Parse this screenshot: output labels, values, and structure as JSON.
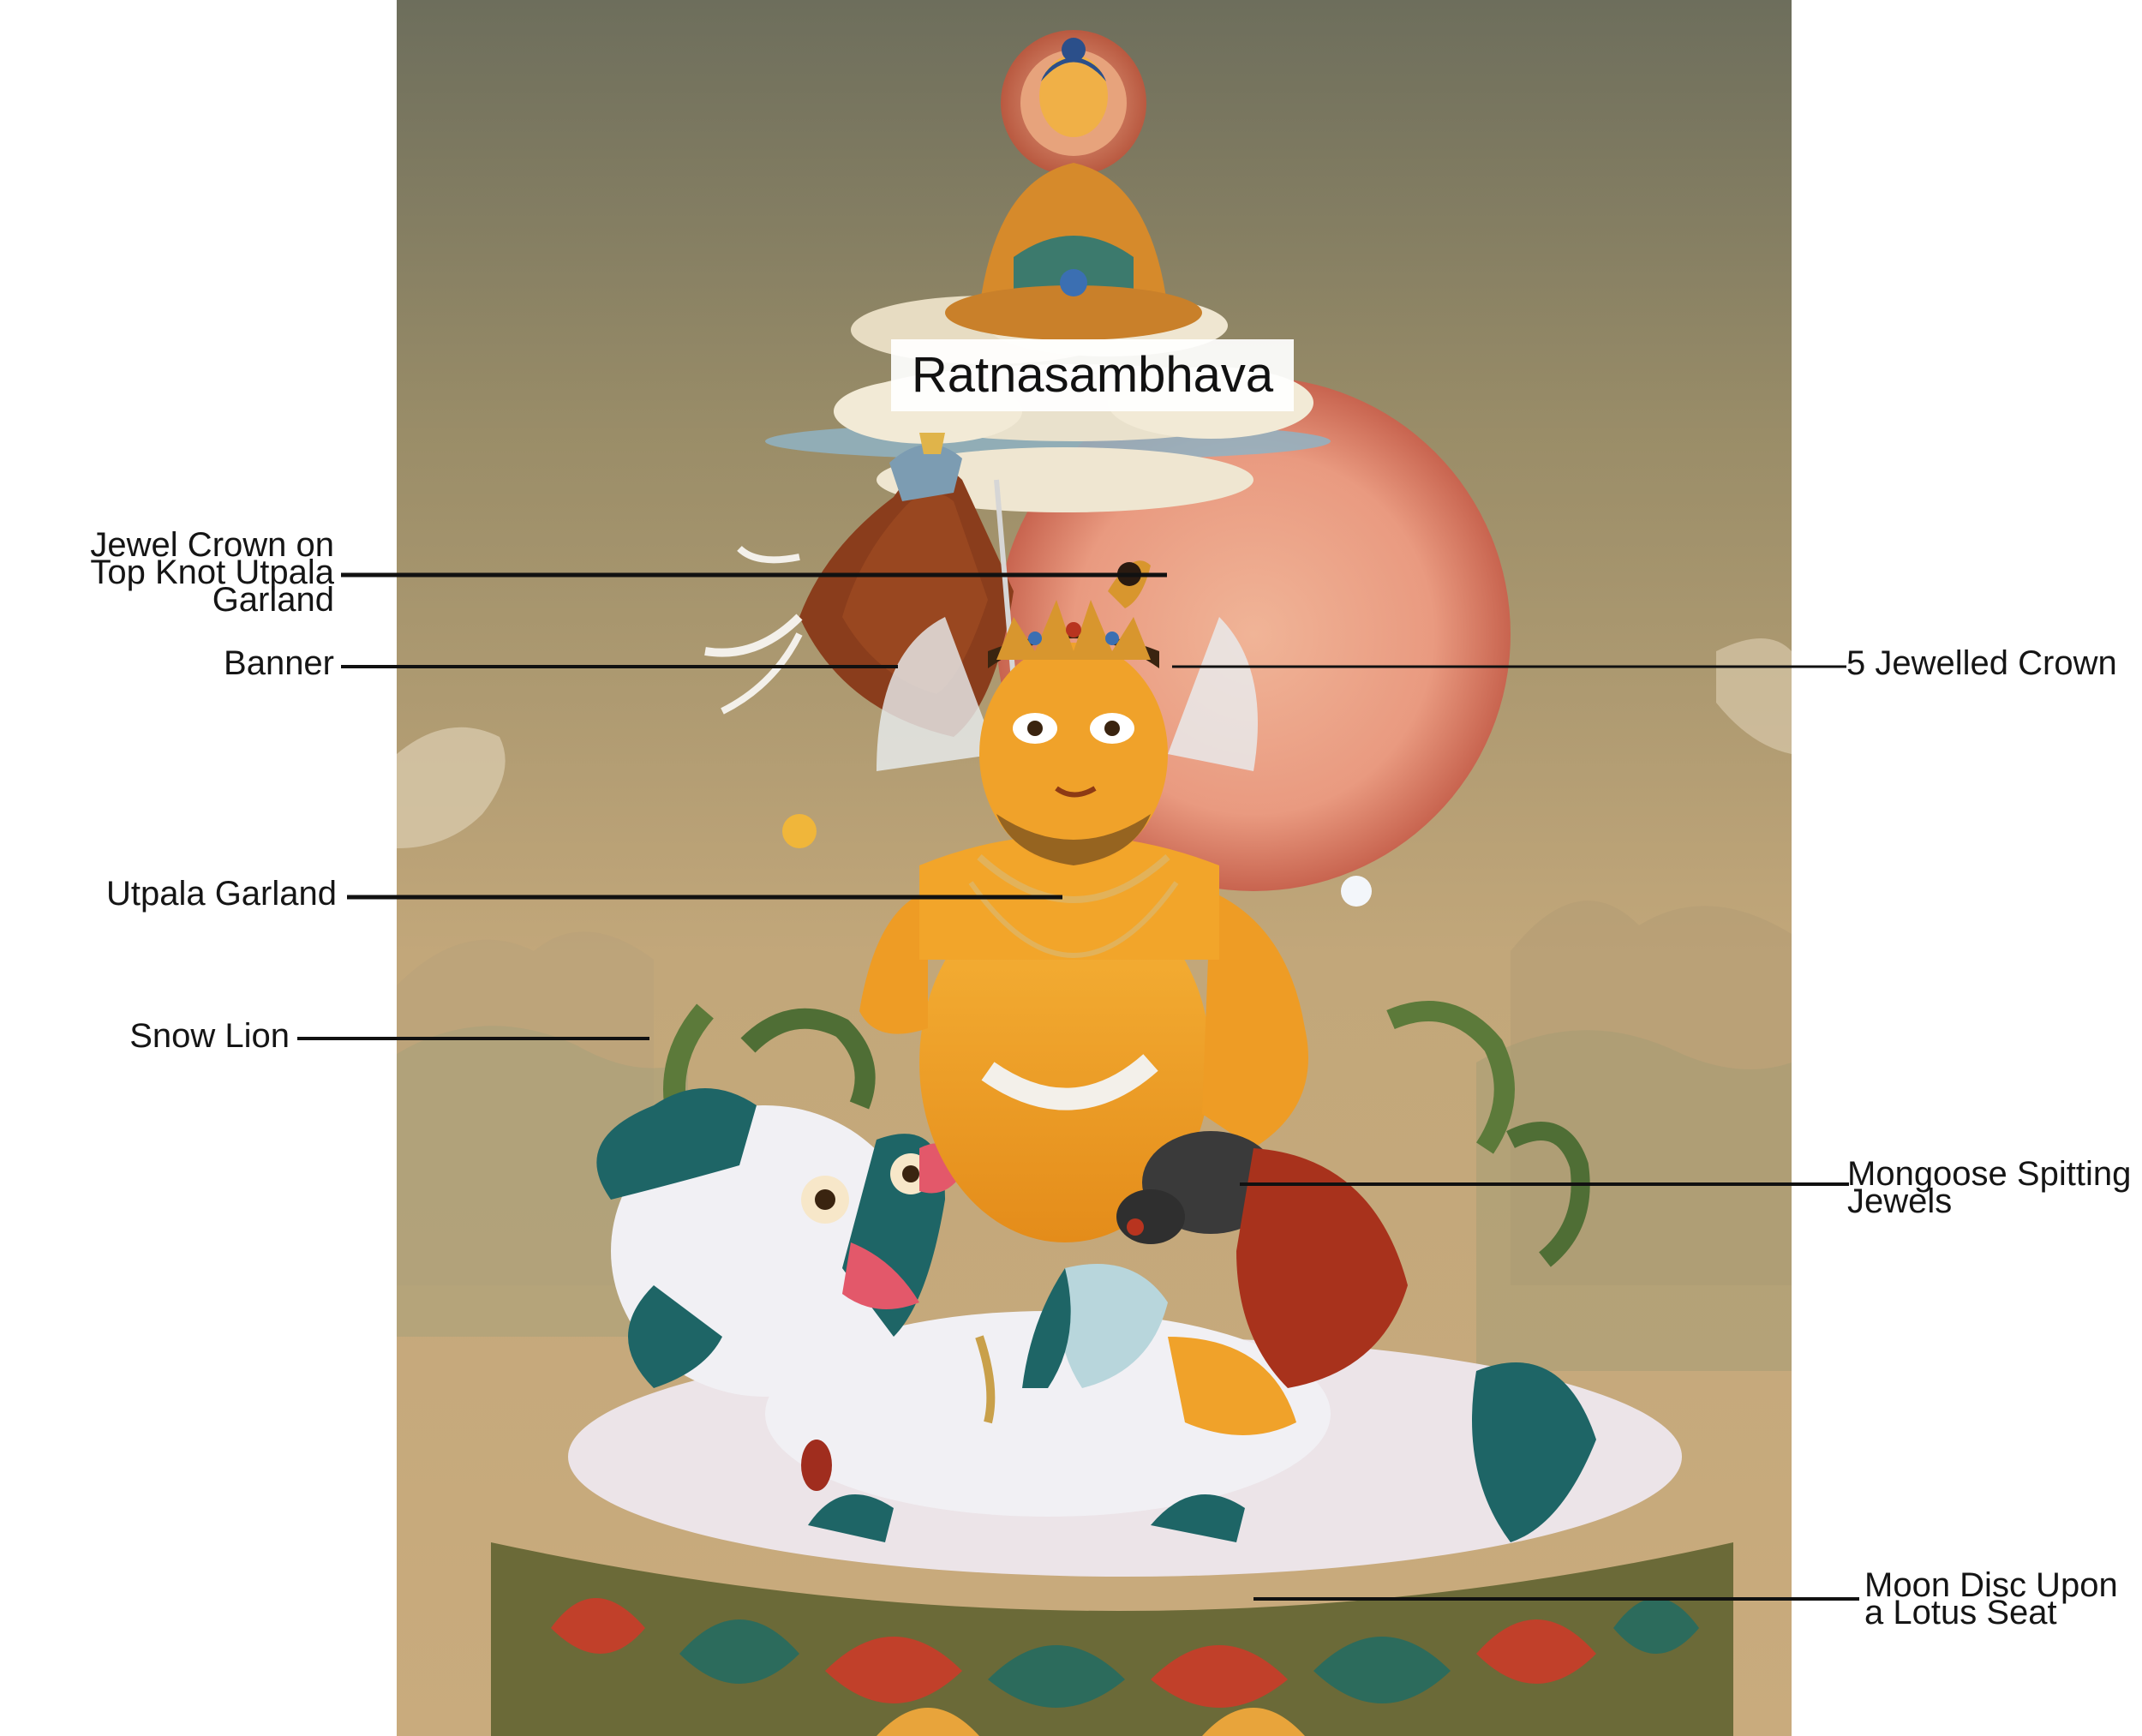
{
  "title": "Ratnasambhava",
  "labels": {
    "jewel_crown": "Jewel Crown on\nTop Knot Utpala\nGarland",
    "banner": "Banner",
    "utpala_garland": "Utpala Garland",
    "snow_lion": "Snow Lion",
    "five_jewelled_crown": "5 Jewelled Crown",
    "mongoose": "Mongoose Spitting\nJewels",
    "moon_disc": "Moon Disc Upon\na Lotus Seat"
  },
  "colors": {
    "sky_top": "#6d6e5c",
    "sky_mid": "#b09d72",
    "ground": "#c6a87a",
    "deity_gold": "#f1a227",
    "halo_red": "#e9967f",
    "lion_white": "#f1f0f4",
    "lion_teal": "#1e6566",
    "banner_brown": "#8a3d1c",
    "lotus_red": "#b8341f",
    "lotus_green": "#2c6b5c",
    "leader_line": "#111111"
  }
}
